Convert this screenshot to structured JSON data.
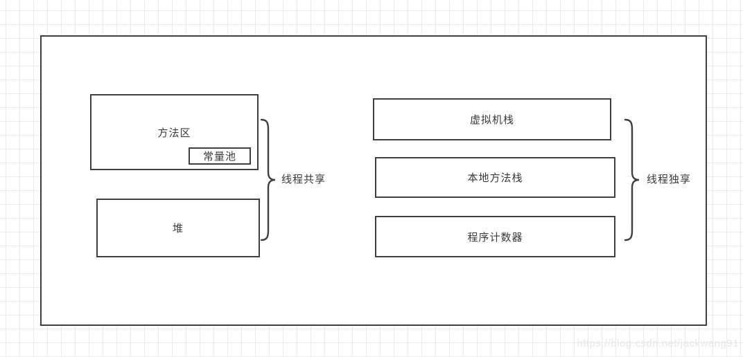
{
  "diagram": {
    "left_group": {
      "method_area": "方法区",
      "constant_pool": "常量池",
      "heap": "堆",
      "brace_label": "线程共享"
    },
    "right_group": {
      "vm_stack": "虚拟机栈",
      "native_method_stack": "本地方法栈",
      "program_counter": "程序计数器",
      "brace_label": "线程独享"
    }
  },
  "watermark": "https://blog.csdn.net/jackwang91",
  "colors": {
    "line": "#3f3f3f",
    "grid": "#ececec",
    "watermark_text": "#e8e8e8",
    "background": "#ffffff"
  }
}
